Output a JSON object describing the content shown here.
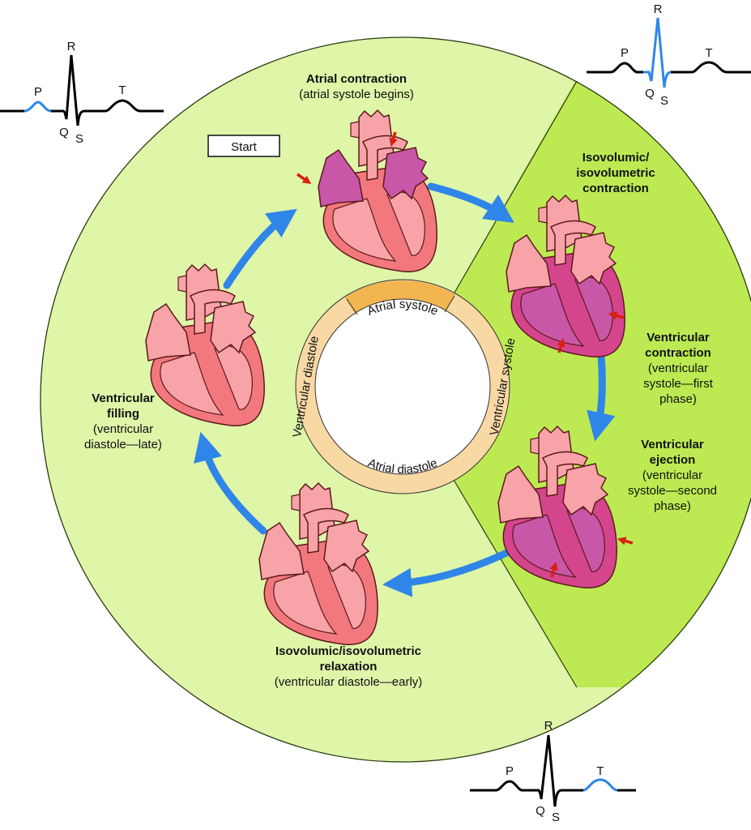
{
  "title": "Cardiac cycle",
  "start_label": "Start",
  "colors": {
    "diastole_region": "#dff5a8",
    "systole_region": "#bdea52",
    "ring": "#f8d9a4",
    "ring_highlight": "#f3b54f",
    "flow_arrow": "#2f86e8",
    "heart_pink": "#f7a3a8",
    "heart_wall": "#f2787e",
    "heart_purple": "#c857a8",
    "heart_purple_wall": "#d5458d",
    "pressure_arrow": "#d8200e",
    "ecg_highlight": "#2f86e8",
    "ecg_line": "#000000"
  },
  "ring": {
    "top": "Atrial systole",
    "bottom": "Atrial diastole",
    "left": "Ventricular diastole",
    "right": "Ventricular systole"
  },
  "stages": [
    {
      "id": "atrial-contraction",
      "title_lines": [
        "Atrial contraction"
      ],
      "sub_lines": [
        "(atrial systole begins)"
      ]
    },
    {
      "id": "isovolumic-contraction",
      "title_lines": [
        "Isovolumic/",
        "isovolumetric",
        "contraction"
      ],
      "sub_lines": []
    },
    {
      "id": "ventricular-contraction",
      "title_lines": [
        "Ventricular",
        "contraction"
      ],
      "sub_lines": [
        "(ventricular",
        "systole—first",
        "phase)"
      ]
    },
    {
      "id": "ventricular-ejection",
      "title_lines": [
        "Ventricular",
        "ejection"
      ],
      "sub_lines": [
        "(ventricular",
        "systole—second",
        "phase)"
      ]
    },
    {
      "id": "isovolumic-relaxation",
      "title_lines": [
        "Isovolumic/isovolumetric",
        "relaxation"
      ],
      "sub_lines": [
        "(ventricular diastole—early)"
      ]
    },
    {
      "id": "ventricular-filling",
      "title_lines": [
        "Ventricular",
        "filling"
      ],
      "sub_lines": [
        "(ventricular",
        "diastole—late)"
      ]
    }
  ],
  "ecg": [
    {
      "id": "ecg-top-left",
      "highlight": "P",
      "labels": {
        "P": "P",
        "Q": "Q",
        "R": "R",
        "S": "S",
        "T": "T"
      }
    },
    {
      "id": "ecg-top-right",
      "highlight": "QRS",
      "labels": {
        "P": "P",
        "Q": "Q",
        "R": "R",
        "S": "S",
        "T": "T"
      }
    },
    {
      "id": "ecg-bottom",
      "highlight": "T",
      "labels": {
        "P": "P",
        "Q": "Q",
        "R": "R",
        "S": "S",
        "T": "T"
      }
    }
  ]
}
